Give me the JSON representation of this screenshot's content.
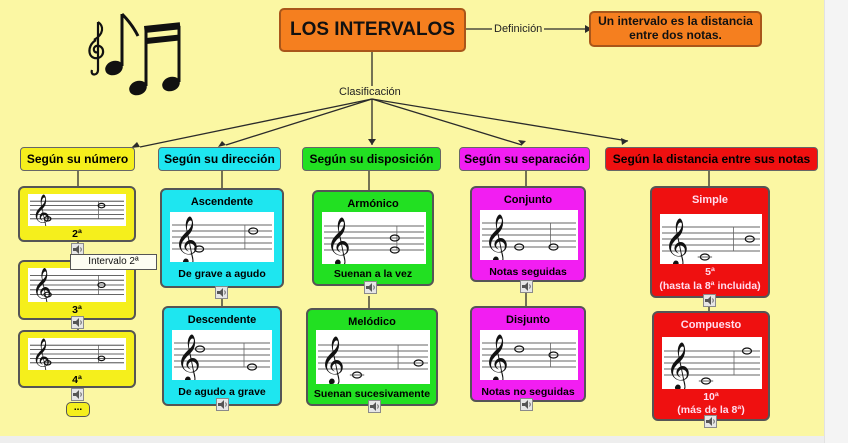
{
  "diagram": {
    "title": "LOS INTERVALOS",
    "definition_label": "Definición",
    "definition_text": "Un intervalo es la distancia entre dos notas.",
    "classification_label": "Clasificación",
    "tooltip": "Intervalo 2ª",
    "more_button": "...",
    "categories": [
      {
        "title": "Según su número",
        "color": "#f5ef1c",
        "cards": [
          {
            "title": "",
            "caption": "2ª"
          },
          {
            "title": "",
            "caption": "3ª"
          },
          {
            "title": "",
            "caption": "4ª"
          }
        ]
      },
      {
        "title": "Según su dirección",
        "color": "#1ee6f0",
        "cards": [
          {
            "title": "Ascendente",
            "caption": "De grave a agudo"
          },
          {
            "title": "Descendente",
            "caption": "De agudo a grave"
          }
        ]
      },
      {
        "title": "Según su disposición",
        "color": "#22e022",
        "cards": [
          {
            "title": "Armónico",
            "caption": "Suenan a la vez"
          },
          {
            "title": "Melódico",
            "caption": "Suenan sucesivamente"
          }
        ]
      },
      {
        "title": "Según su separación",
        "color": "#f21ef2",
        "cards": [
          {
            "title": "Conjunto",
            "caption": "Notas seguidas"
          },
          {
            "title": "Disjunto",
            "caption": "Notas no seguidas"
          }
        ]
      },
      {
        "title": "Según la distancia entre sus notas",
        "color": "#ef1010",
        "cards": [
          {
            "title": "Simple",
            "caption": "5ª",
            "caption2": "(hasta la 8ª incluida)"
          },
          {
            "title": "Compuesto",
            "caption": "10ª",
            "caption2": "(más de la 8ª)"
          }
        ]
      }
    ]
  }
}
